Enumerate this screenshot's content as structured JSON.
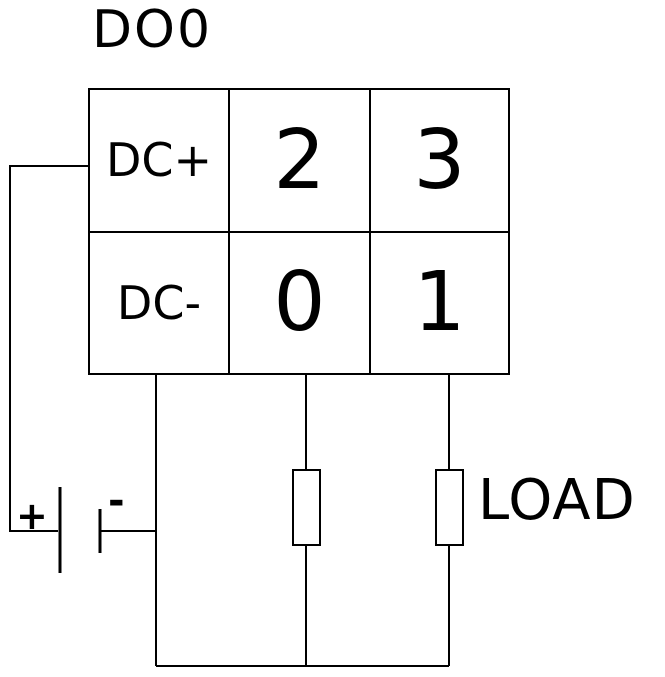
{
  "diagram": {
    "title": "DO0",
    "terminal_table": {
      "rows": [
        [
          "DC+",
          "2",
          "3"
        ],
        [
          "DC-",
          "0",
          "1"
        ]
      ]
    },
    "battery": {
      "plus_label": "+",
      "minus_label": "-"
    },
    "load_label": "LOAD",
    "line_color": "#000000",
    "background_color": "#ffffff"
  }
}
